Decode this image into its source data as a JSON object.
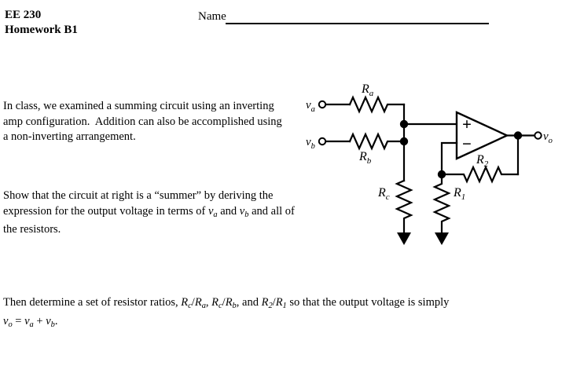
{
  "document": {
    "header": {
      "course": "EE 230",
      "assignment": "Homework B1",
      "name_label": "Name",
      "name_blank_value": ""
    },
    "paragraphs": {
      "intro": "In class, we examined a summing circuit using an inverting amp configuration.  Addition can also be accomplished using a non-inverting arrangement.",
      "show_part1": "Show that the circuit at right is a “summer” by deriving the expression for the output voltage in terms of ",
      "show_va": "v",
      "show_va_sub": "a",
      "show_mid": " and ",
      "show_vb": "v",
      "show_vb_sub": "b",
      "show_end": " and all of the resistors.",
      "ratios_lead": "Then determine a set of resistor ratios, ",
      "ratio_1_num": "R",
      "ratio_1_num_sub": "c",
      "ratio_1_slash": "/",
      "ratio_1_den": "R",
      "ratio_1_den_sub": "a",
      "ratios_sep1": ", ",
      "ratio_2_num": "R",
      "ratio_2_num_sub": "c",
      "ratio_2_slash": "/",
      "ratio_2_den": "R",
      "ratio_2_den_sub": "b",
      "ratios_sep2": ", and ",
      "ratio_3_num": "R",
      "ratio_3_num_sub": "2",
      "ratio_3_slash": "/",
      "ratio_3_den": "R",
      "ratio_3_den_sub": "1",
      "ratios_tail": " so that the output voltage is simply",
      "final_vo": "v",
      "final_vo_sub": "o",
      "final_eq": " = ",
      "final_va": "v",
      "final_va_sub": "a",
      "final_plus": " + ",
      "final_vb": "v",
      "final_vb_sub": "b",
      "final_period": "."
    }
  },
  "circuit": {
    "title": "non-inverting summing amplifier",
    "labels": {
      "va": "v",
      "va_sub": "a",
      "vb": "v",
      "vb_sub": "b",
      "vo": "v",
      "vo_sub": "o",
      "Ra": "R",
      "Ra_sub": "a",
      "Rb": "R",
      "Rb_sub": "b",
      "Rc": "R",
      "Rc_sub": "c",
      "R1": "R",
      "R1_sub": "1",
      "R2": "R",
      "R2_sub": "2",
      "opamp_plus": "+",
      "opamp_minus": "−"
    },
    "colors": {
      "wire": "#000000",
      "background": "#ffffff"
    }
  }
}
